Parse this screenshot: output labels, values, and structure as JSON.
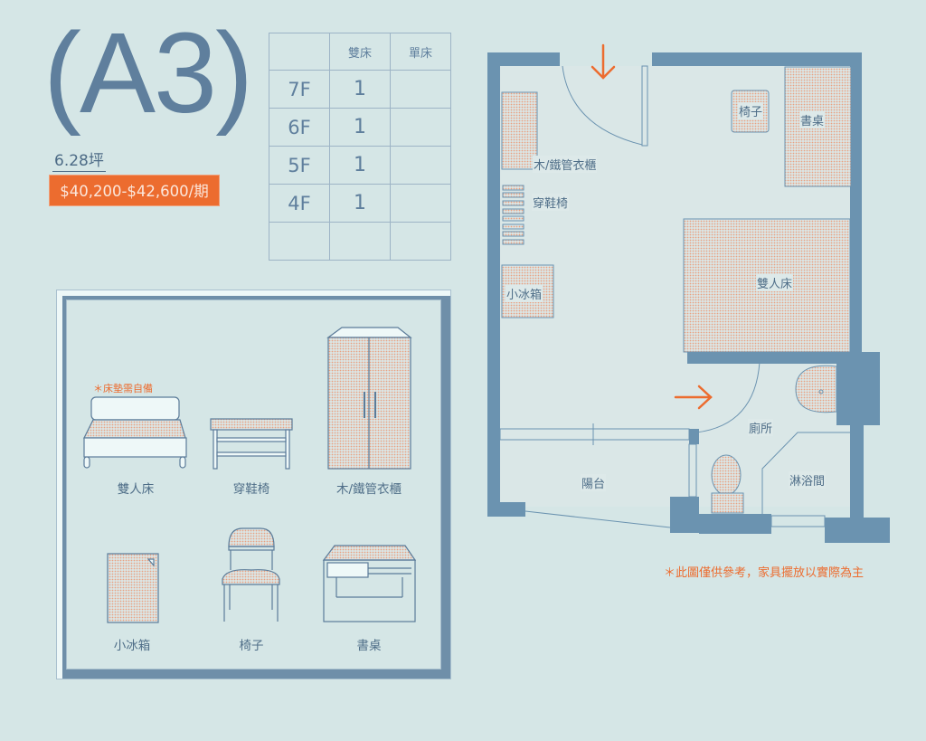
{
  "unit": {
    "title": "(A3)",
    "area": "6.28坪",
    "price": "$40,200-$42,600/期"
  },
  "availability": {
    "headers": [
      "",
      "雙床",
      "單床"
    ],
    "rows": [
      {
        "floor": "7F",
        "double": "1",
        "single": ""
      },
      {
        "floor": "6F",
        "double": "1",
        "single": ""
      },
      {
        "floor": "5F",
        "double": "1",
        "single": ""
      },
      {
        "floor": "4F",
        "double": "1",
        "single": ""
      },
      {
        "floor": "",
        "double": "",
        "single": ""
      }
    ]
  },
  "legend": {
    "mattress_note": "＊床墊需自備",
    "items": [
      "雙人床",
      "穿鞋椅",
      "木/鐵管衣櫃",
      "小冰箱",
      "椅子",
      "書桌"
    ]
  },
  "floorplan": {
    "labels": {
      "wardrobe": "木/鐵管衣櫃",
      "shoe_bench": "穿鞋椅",
      "fridge": "小冰箱",
      "chair": "椅子",
      "desk": "書桌",
      "bed": "雙人床",
      "toilet": "廁所",
      "balcony": "陽台",
      "shower": "淋浴間"
    },
    "note": "＊此圖僅供參考，家具擺放以實際為主"
  },
  "colors": {
    "accent": "#ec6c2f",
    "wall": "#6b93b0",
    "text": "#5b7b99",
    "background": "#d5e6e6"
  }
}
